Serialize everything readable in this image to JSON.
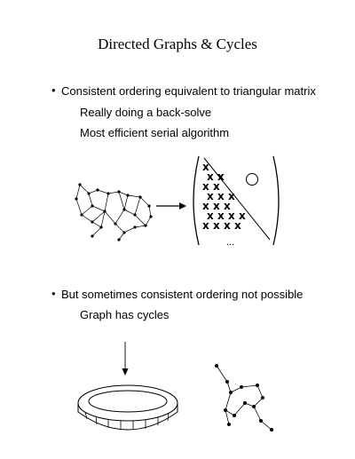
{
  "title": "Directed Graphs & Cycles",
  "section1": {
    "bullet": "Consistent ordering equivalent to triangular matrix",
    "subpoints": [
      "Really doing a back-solve",
      "Most efficient serial algorithm"
    ]
  },
  "section2": {
    "bullet": "But sometimes consistent ordering not possible",
    "subpoints": [
      "Graph has cycles"
    ]
  },
  "matrix": {
    "mark": "x",
    "ellipsis": "..."
  }
}
